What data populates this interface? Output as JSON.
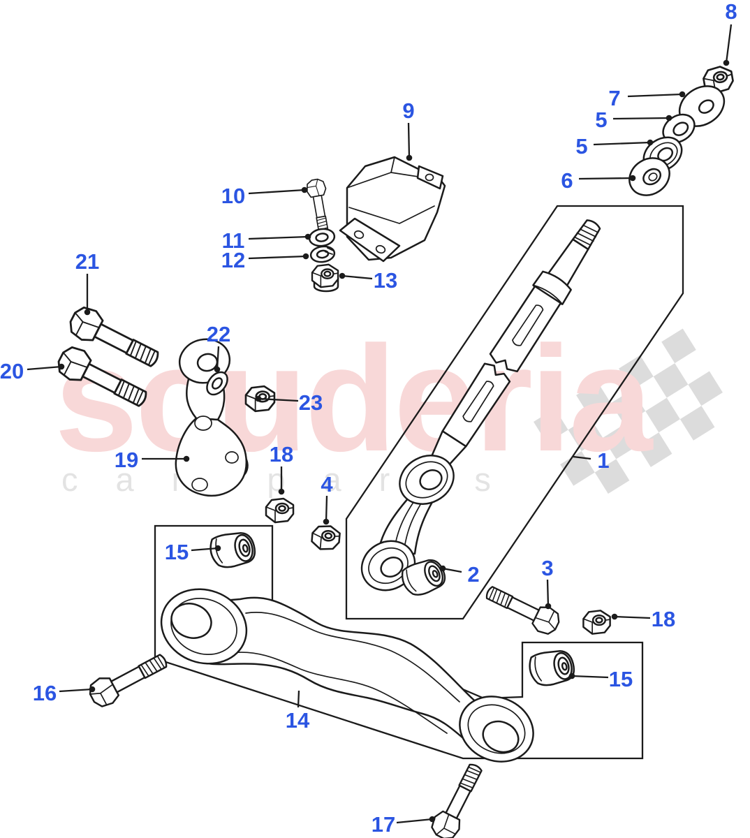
{
  "diagram": {
    "watermark": {
      "brand": "scuderia",
      "tagline": "car parts",
      "brand_color": "#f8d8d8",
      "tagline_color": "#e3e3e3",
      "flag_color": "#dcdcdc"
    },
    "label_color": "#2b55e2",
    "line_color": "#1b1b1b",
    "callouts": [
      {
        "number": "1",
        "part": "link-assembly",
        "label": [
          864,
          659
        ],
        "leader": [
          [
            846,
            657
          ],
          [
            821,
            654
          ]
        ],
        "dot": false
      },
      {
        "number": "2",
        "part": "bushing",
        "label": [
          678,
          822
        ],
        "leader": [
          [
            661,
            819
          ],
          [
            634,
            814
          ]
        ],
        "dot": true
      },
      {
        "number": "3",
        "part": "bolt",
        "label": [
          784,
          813
        ],
        "leader": [
          [
            784,
            830
          ],
          [
            785,
            868
          ]
        ],
        "dot": true
      },
      {
        "number": "4",
        "part": "nut",
        "label": [
          468,
          693
        ],
        "leader": [
          [
            468,
            710
          ],
          [
            467,
            747
          ]
        ],
        "dot": true
      },
      {
        "number": "5",
        "part": "bush",
        "label": [
          861,
          171
        ],
        "leader": [
          [
            878,
            170
          ],
          [
            958,
            169
          ]
        ],
        "dot": true
      },
      {
        "number": "5",
        "part": "bush",
        "label": [
          833,
          209
        ],
        "leader": [
          [
            850,
            207
          ],
          [
            931,
            204
          ]
        ],
        "dot": true
      },
      {
        "number": "6",
        "part": "cup-washer",
        "label": [
          812,
          258
        ],
        "leader": [
          [
            829,
            256
          ],
          [
            906,
            255
          ]
        ],
        "dot": true
      },
      {
        "number": "7",
        "part": "washer",
        "label": [
          880,
          140
        ],
        "leader": [
          [
            899,
            138
          ],
          [
            977,
            135
          ]
        ],
        "dot": true
      },
      {
        "number": "8",
        "part": "nut",
        "label": [
          1047,
          16
        ],
        "leader": [
          [
            1047,
            35
          ],
          [
            1040,
            90
          ]
        ],
        "dot": true
      },
      {
        "number": "9",
        "part": "mounting-rubber",
        "label": [
          585,
          158
        ],
        "leader": [
          [
            585,
            176
          ],
          [
            586,
            226
          ]
        ],
        "dot": true
      },
      {
        "number": "10",
        "part": "bolt",
        "label": [
          334,
          280
        ],
        "leader": [
          [
            356,
            277
          ],
          [
            436,
            272
          ]
        ],
        "dot": true
      },
      {
        "number": "11",
        "part": "washer",
        "label": [
          334,
          344
        ],
        "leader": [
          [
            356,
            342
          ],
          [
            441,
            339
          ]
        ],
        "dot": true
      },
      {
        "number": "12",
        "part": "spring-washer",
        "label": [
          334,
          372
        ],
        "leader": [
          [
            356,
            370
          ],
          [
            438,
            367
          ]
        ],
        "dot": true
      },
      {
        "number": "13",
        "part": "nut",
        "label": [
          552,
          401
        ],
        "leader": [
          [
            533,
            399
          ],
          [
            490,
            395
          ]
        ],
        "dot": true
      },
      {
        "number": "14",
        "part": "track-rod",
        "label": [
          426,
          1031
        ],
        "leader": [
          [
            427,
            1013
          ],
          [
            428,
            989
          ]
        ],
        "dot": false
      },
      {
        "number": "15",
        "part": "bushing",
        "label": [
          253,
          790
        ],
        "leader": [
          [
            274,
            788
          ],
          [
            312,
            785
          ]
        ],
        "dot": true
      },
      {
        "number": "15",
        "part": "bushing",
        "label": [
          889,
          972
        ],
        "leader": [
          [
            871,
            970
          ],
          [
            819,
            968
          ]
        ],
        "dot": true
      },
      {
        "number": "16",
        "part": "bolt",
        "label": [
          64,
          992
        ],
        "leader": [
          [
            85,
            990
          ],
          [
            132,
            987
          ]
        ],
        "dot": true
      },
      {
        "number": "17",
        "part": "bolt",
        "label": [
          549,
          1180
        ],
        "leader": [
          [
            568,
            1178
          ],
          [
            619,
            1173
          ]
        ],
        "dot": true
      },
      {
        "number": "18",
        "part": "nut",
        "label": [
          403,
          650
        ],
        "leader": [
          [
            403,
            668
          ],
          [
            403,
            704
          ]
        ],
        "dot": true
      },
      {
        "number": "18",
        "part": "nut",
        "label": [
          950,
          886
        ],
        "leader": [
          [
            931,
            885
          ],
          [
            880,
            883
          ]
        ],
        "dot": true
      },
      {
        "number": "19",
        "part": "link-bracket",
        "label": [
          181,
          658
        ],
        "leader": [
          [
            203,
            657
          ],
          [
            267,
            657
          ]
        ],
        "dot": true
      },
      {
        "number": "20",
        "part": "bolt",
        "label": [
          17,
          531
        ],
        "leader": [
          [
            39,
            529
          ],
          [
            88,
            525
          ]
        ],
        "dot": true
      },
      {
        "number": "21",
        "part": "bolt",
        "label": [
          125,
          374
        ],
        "leader": [
          [
            125,
            392
          ],
          [
            125,
            447
          ]
        ],
        "dot": true
      },
      {
        "number": "22",
        "part": "washer",
        "label": [
          313,
          478
        ],
        "leader": [
          [
            313,
            496
          ],
          [
            311,
            529
          ]
        ],
        "dot": true
      },
      {
        "number": "23",
        "part": "nut",
        "label": [
          445,
          576
        ],
        "leader": [
          [
            427,
            574
          ],
          [
            370,
            571
          ]
        ],
        "dot": true
      }
    ]
  }
}
